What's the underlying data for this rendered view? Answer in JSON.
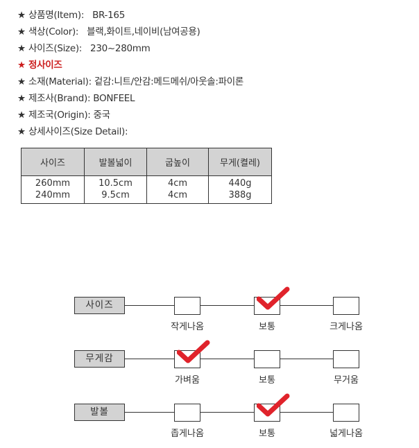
{
  "product_info": [
    {
      "star": "★",
      "label": "상품명(Item):",
      "value": "BR-165"
    },
    {
      "star": "★",
      "label": "색상(Color):",
      "value": "블랙,화이트,네이비(남여공용)"
    },
    {
      "star": "★",
      "label": "사이즈(Size):",
      "value": "230~280mm"
    },
    {
      "star": "★",
      "label": "정사이즈",
      "value": ""
    },
    {
      "star": "★",
      "label": "소재(Material):",
      "value": "겉감:니트/안감:메드메쉬/아웃솔:파이론"
    },
    {
      "star": "★",
      "label": "제조사(Brand):",
      "value": "BONFEEL"
    },
    {
      "star": "★",
      "label": "제조국(Origin):",
      "value": "중국"
    },
    {
      "star": "★",
      "label": "상세사이즈(Size Detail):",
      "value": ""
    }
  ],
  "size_table": {
    "headers": [
      "사이즈",
      "발볼넓이",
      "굽높이",
      "무게(켤레)"
    ],
    "rows": [
      [
        "260mm",
        "10.5cm",
        "4cm",
        "440g"
      ],
      [
        "240mm",
        "9.5cm",
        "4cm",
        "388g"
      ]
    ]
  },
  "scales": [
    {
      "category": "사이즈",
      "options": [
        "작게나옴",
        "보통",
        "크게나옴"
      ],
      "selected_index": 1
    },
    {
      "category": "무게감",
      "options": [
        "가벼움",
        "보통",
        "무거움"
      ],
      "selected_index": 0
    },
    {
      "category": "발볼",
      "options": [
        "좁게나옴",
        "보통",
        "넓게나옴"
      ],
      "selected_index": 1
    }
  ],
  "colors": {
    "text": "#333333",
    "highlight": "#cc1f1f",
    "check": "#e0232b",
    "header_bg": "#d3d3d3"
  },
  "icons": {
    "star": "star-icon",
    "check": "checkmark-icon"
  }
}
